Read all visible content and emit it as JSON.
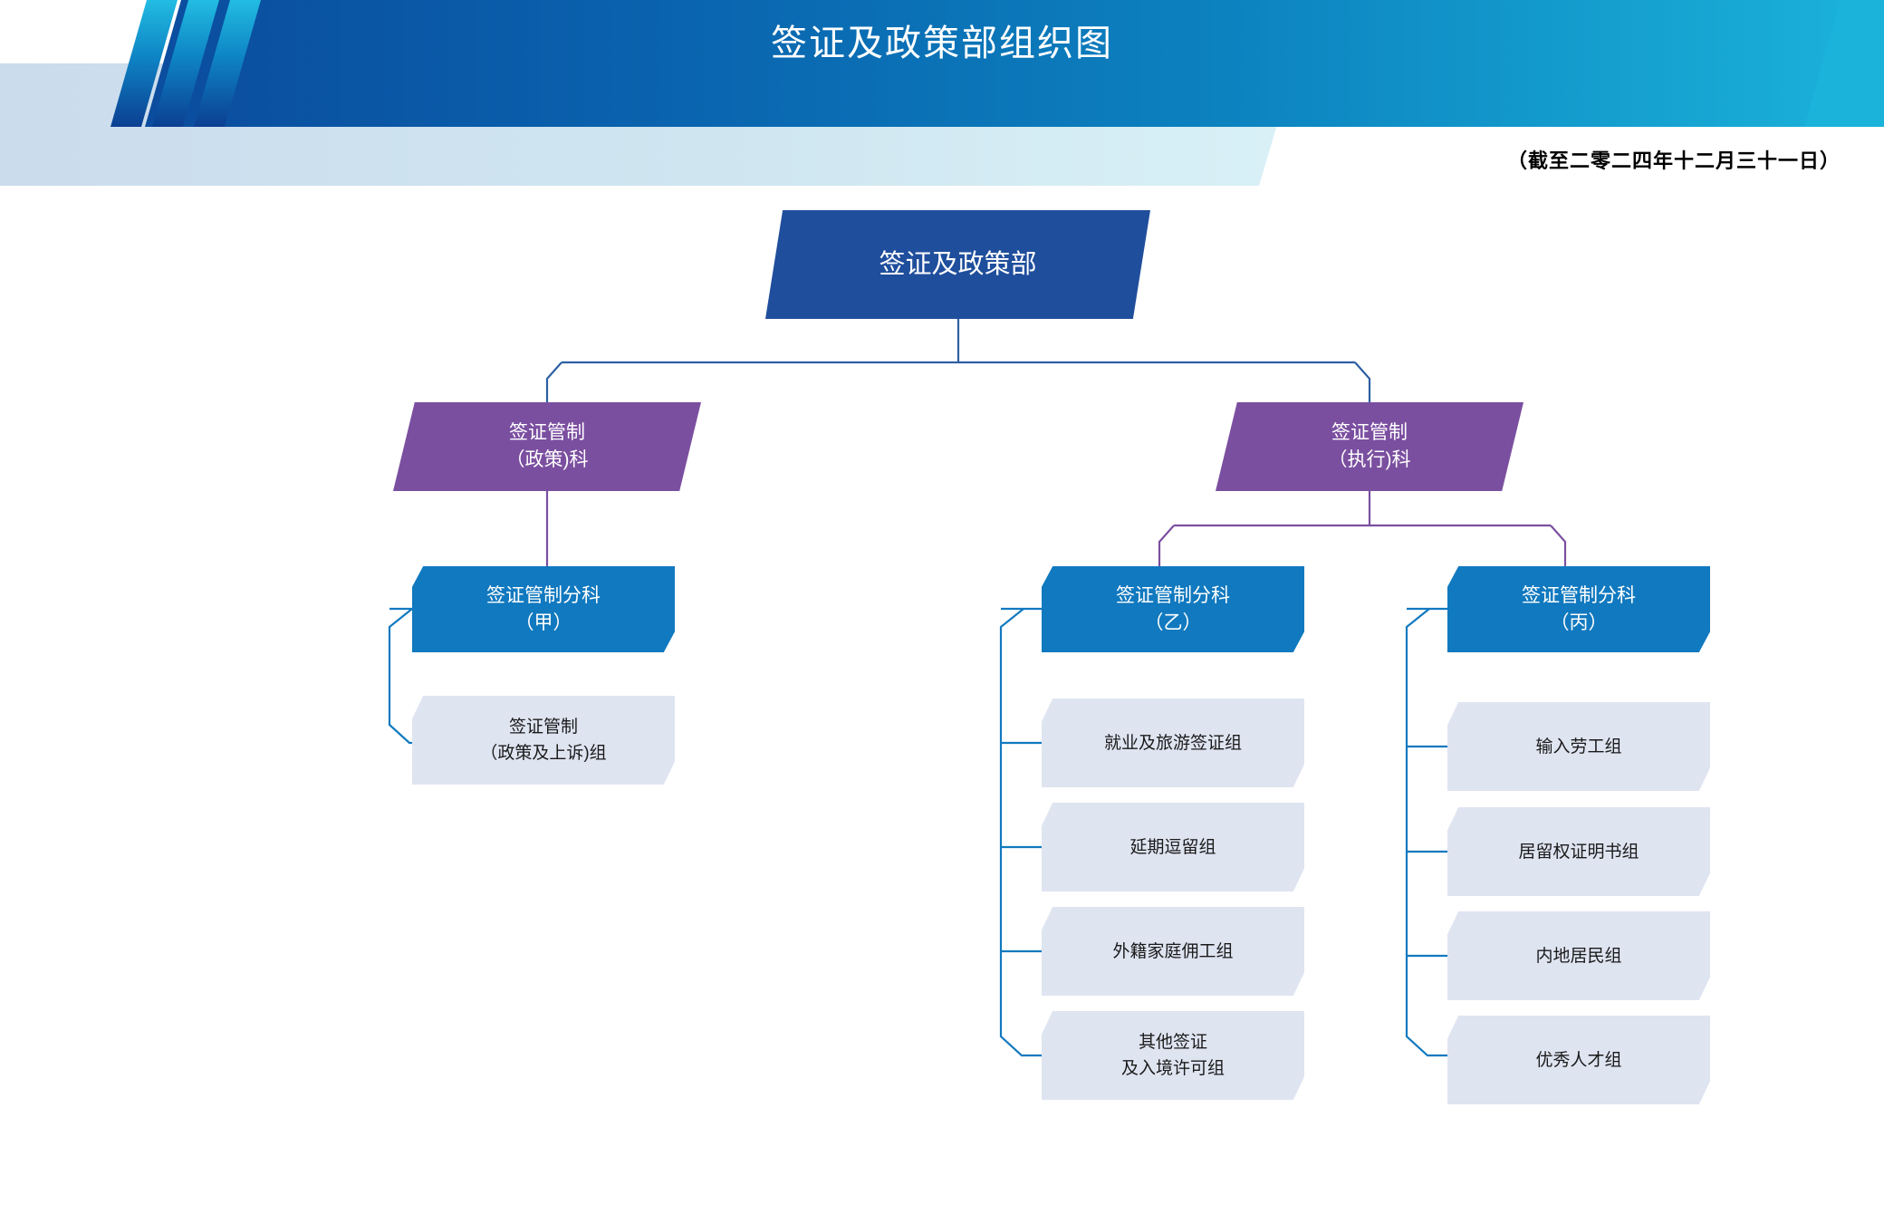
{
  "header": {
    "title": "签证及政策部组织图",
    "as_of": "（截至二零二四年十二月三十一日）",
    "colors": {
      "banner_dark": "#0C4DA2",
      "banner_cyan": "#19AFD7",
      "stripe_cyan": "#1FB6DE",
      "stripe_dark": "#0B4EA2",
      "band_light": "#CFE0EE"
    }
  },
  "colors": {
    "root": "#1F4E9C",
    "section": "#7B4FA0",
    "subsection": "#1179BF",
    "leaf": "#DFE4F1",
    "link_blue": "#2E5FA3",
    "link_purple": "#7B4FA0",
    "link_cyan": "#1179BF"
  },
  "org": {
    "root": {
      "label": "签证及政策部"
    },
    "sections": [
      {
        "id": "policy",
        "label": "签证管制\n（政策)科",
        "subsections": [
          {
            "id": "sub-a",
            "label": "签证管制分科\n（甲）",
            "teams": [
              {
                "label": "签证管制\n（政策及上诉)组"
              }
            ]
          }
        ]
      },
      {
        "id": "enforcement",
        "label": "签证管制\n（执行)科",
        "subsections": [
          {
            "id": "sub-b",
            "label": "签证管制分科\n（乙）",
            "teams": [
              {
                "label": "就业及旅游签证组"
              },
              {
                "label": "延期逗留组"
              },
              {
                "label": "外籍家庭佣工组"
              },
              {
                "label": "其他签证\n及入境许可组"
              }
            ]
          },
          {
            "id": "sub-c",
            "label": "签证管制分科\n（丙）",
            "teams": [
              {
                "label": "输入劳工组"
              },
              {
                "label": "居留权证明书组"
              },
              {
                "label": "内地居民组"
              },
              {
                "label": "优秀人才组"
              }
            ]
          }
        ]
      }
    ]
  }
}
